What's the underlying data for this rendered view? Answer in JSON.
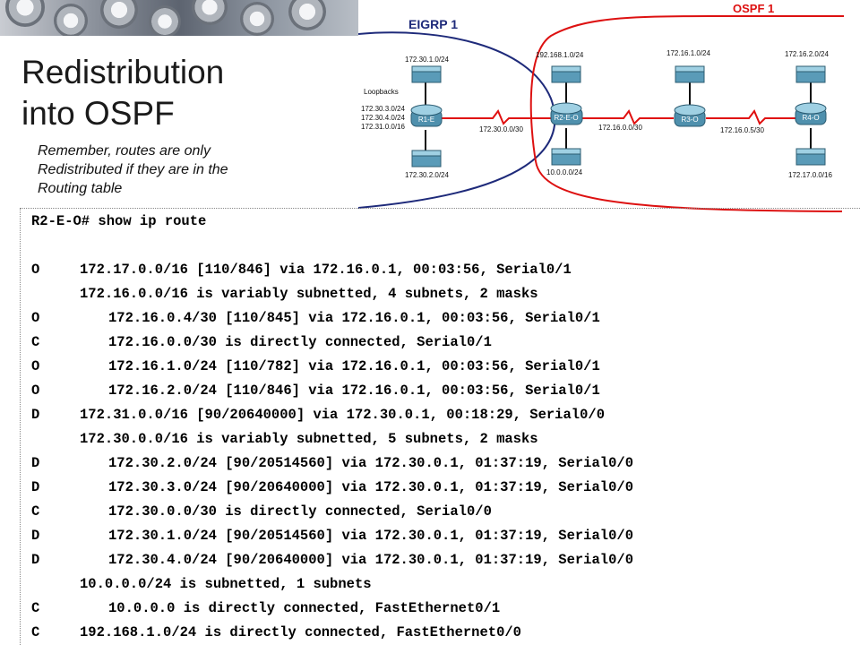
{
  "slide": {
    "title_line1": "Redistribution",
    "title_line2": "into OSPF",
    "note_line1": "Remember, routes are only",
    "note_line2": "Redistributed if they are in the",
    "note_line3": "Routing table"
  },
  "diagram": {
    "eigrp_label": "EIGRP 1",
    "ospf_label": "OSPF 1",
    "colors": {
      "eigrp": "#1e2a7a",
      "ospf": "#dd1111",
      "serial_link": "#e01010",
      "ethernet_link": "#111111",
      "ospf_label": "#dd1111",
      "eigrp_label": "#1e2a7a"
    },
    "routers": [
      "R1-E",
      "R2-E-O",
      "R3-O",
      "R4-O"
    ],
    "lans": {
      "r1_top": "172.30.1.0/24",
      "r1_bottom": "172.30.2.0/24",
      "r2_top": "192.168.1.0/24",
      "r2_bottom": "10.0.0.0/24",
      "r3_top": "172.16.1.0/24",
      "r4_top": "172.16.2.0/24",
      "r4_bottom": "172.17.0.0/16"
    },
    "loopbacks": {
      "title": "Loopbacks",
      "items": [
        "172.30.3.0/24",
        "172.30.4.0/24",
        "172.31.0.0/16"
      ]
    },
    "links": {
      "r1_r2": "172.30.0.0/30",
      "r2_r3": "172.16.0.0/30",
      "r3_r4": "172.16.0.5/30"
    }
  },
  "terminal": {
    "prompt": "R2-E-O# show ip route",
    "lines": [
      {
        "code": "O",
        "indent": false,
        "text": "172.17.0.0/16 [110/846] via 172.16.0.1, 00:03:56, Serial0/1"
      },
      {
        "code": "",
        "indent": false,
        "text": "172.16.0.0/16 is variably subnetted, 4 subnets, 2 masks"
      },
      {
        "code": "O",
        "indent": true,
        "text": "172.16.0.4/30 [110/845] via 172.16.0.1, 00:03:56, Serial0/1"
      },
      {
        "code": "C",
        "indent": true,
        "text": "172.16.0.0/30 is directly connected, Serial0/1"
      },
      {
        "code": "O",
        "indent": true,
        "text": "172.16.1.0/24 [110/782] via 172.16.0.1, 00:03:56, Serial0/1"
      },
      {
        "code": "O",
        "indent": true,
        "text": "172.16.2.0/24 [110/846] via 172.16.0.1, 00:03:56, Serial0/1"
      },
      {
        "code": "D",
        "indent": false,
        "text": "172.31.0.0/16 [90/20640000] via 172.30.0.1, 00:18:29, Serial0/0"
      },
      {
        "code": "",
        "indent": false,
        "text": "172.30.0.0/16 is variably subnetted, 5 subnets, 2 masks"
      },
      {
        "code": "D",
        "indent": true,
        "text": "172.30.2.0/24 [90/20514560] via 172.30.0.1, 01:37:19, Serial0/0"
      },
      {
        "code": "D",
        "indent": true,
        "text": "172.30.3.0/24 [90/20640000] via 172.30.0.1, 01:37:19, Serial0/0"
      },
      {
        "code": "C",
        "indent": true,
        "text": "172.30.0.0/30 is directly connected, Serial0/0"
      },
      {
        "code": "D",
        "indent": true,
        "text": "172.30.1.0/24 [90/20514560] via 172.30.0.1, 01:37:19, Serial0/0"
      },
      {
        "code": "D",
        "indent": true,
        "text": "172.30.4.0/24 [90/20640000] via 172.30.0.1, 01:37:19, Serial0/0"
      },
      {
        "code": "",
        "indent": false,
        "text": "10.0.0.0/24 is subnetted, 1 subnets"
      },
      {
        "code": "C",
        "indent": true,
        "text": "10.0.0.0 is directly connected, FastEthernet0/1"
      },
      {
        "code": "C",
        "indent": false,
        "text": "192.168.1.0/24 is directly connected, FastEthernet0/0"
      }
    ]
  }
}
